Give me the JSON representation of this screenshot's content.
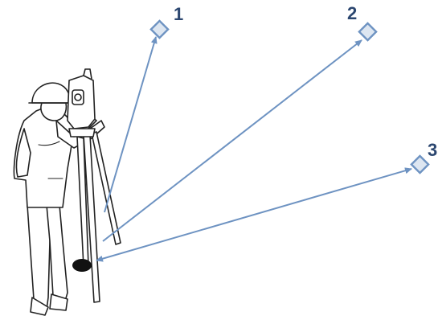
{
  "diagram": {
    "figure": "surveyor-with-total-station-on-tripod",
    "colors": {
      "sight_line": "#6e93c2",
      "target_fill": "#dde6f1",
      "target_stroke": "#6e93c2",
      "label": "#2c4770",
      "figure_outline": "#222222",
      "ground_mark": "#111111"
    },
    "targets": [
      {
        "id": "1",
        "label": "1",
        "icon": "prism-diamond-icon"
      },
      {
        "id": "2",
        "label": "2",
        "icon": "prism-diamond-icon"
      },
      {
        "id": "3",
        "label": "3",
        "icon": "prism-diamond-icon"
      }
    ]
  }
}
